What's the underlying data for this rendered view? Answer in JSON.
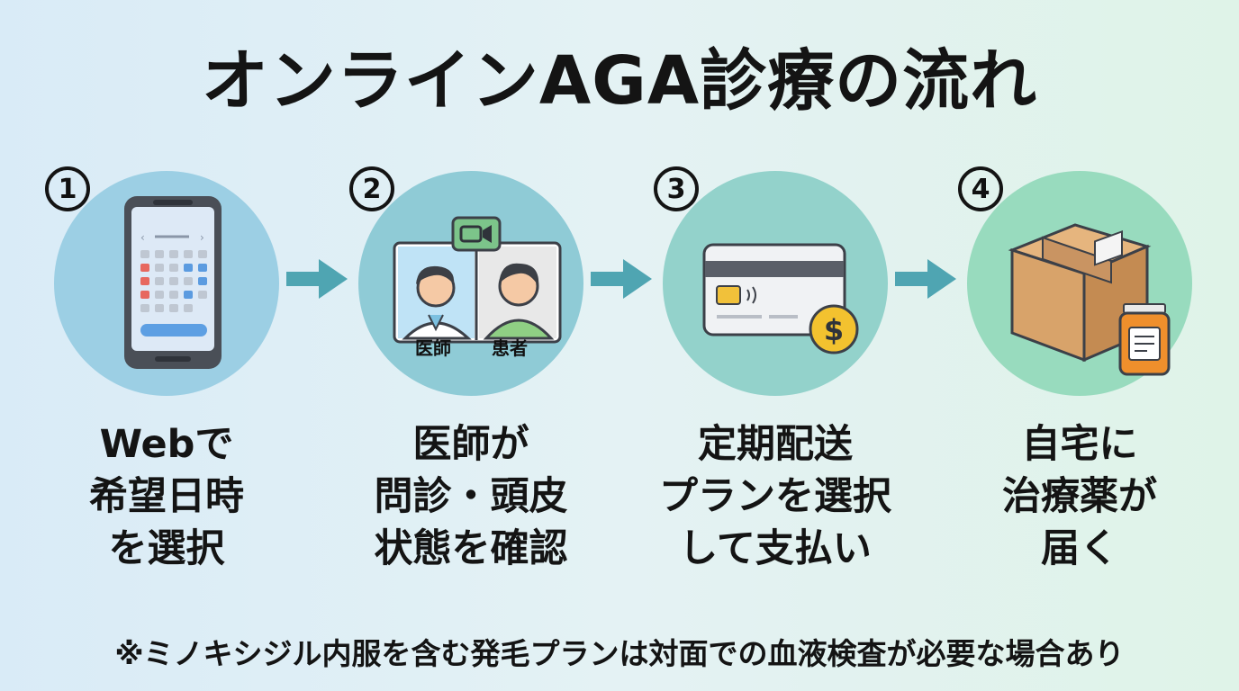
{
  "title": "オンラインAGA診療の流れ",
  "steps": [
    {
      "number": "1",
      "text": "Webで\n希望日時\nを選択",
      "icon": "smartphone-calendar-icon",
      "color": "#9ccfe4"
    },
    {
      "number": "2",
      "text": "医師が\n問診・頭皮\n状態を確認",
      "icon": "video-consultation-icon",
      "color": "#8fcbd6",
      "labels": {
        "doctor": "医師",
        "patient": "患者"
      }
    },
    {
      "number": "3",
      "text": "定期配送\nプランを選択\nして支払い",
      "icon": "credit-card-icon",
      "color": "#93d2cb"
    },
    {
      "number": "4",
      "text": "自宅に\n治療薬が\n届く",
      "icon": "package-medicine-icon",
      "color": "#98dbbe"
    }
  ],
  "footnote": "※ミノキシジル内服を含む発毛プランは対面での血液検査が必要な場合あり",
  "colors": {
    "arrow": "#4fa5b2",
    "coin": "#f3c22f",
    "box": "#d8a36a",
    "bottle": "#ef8f2c"
  }
}
